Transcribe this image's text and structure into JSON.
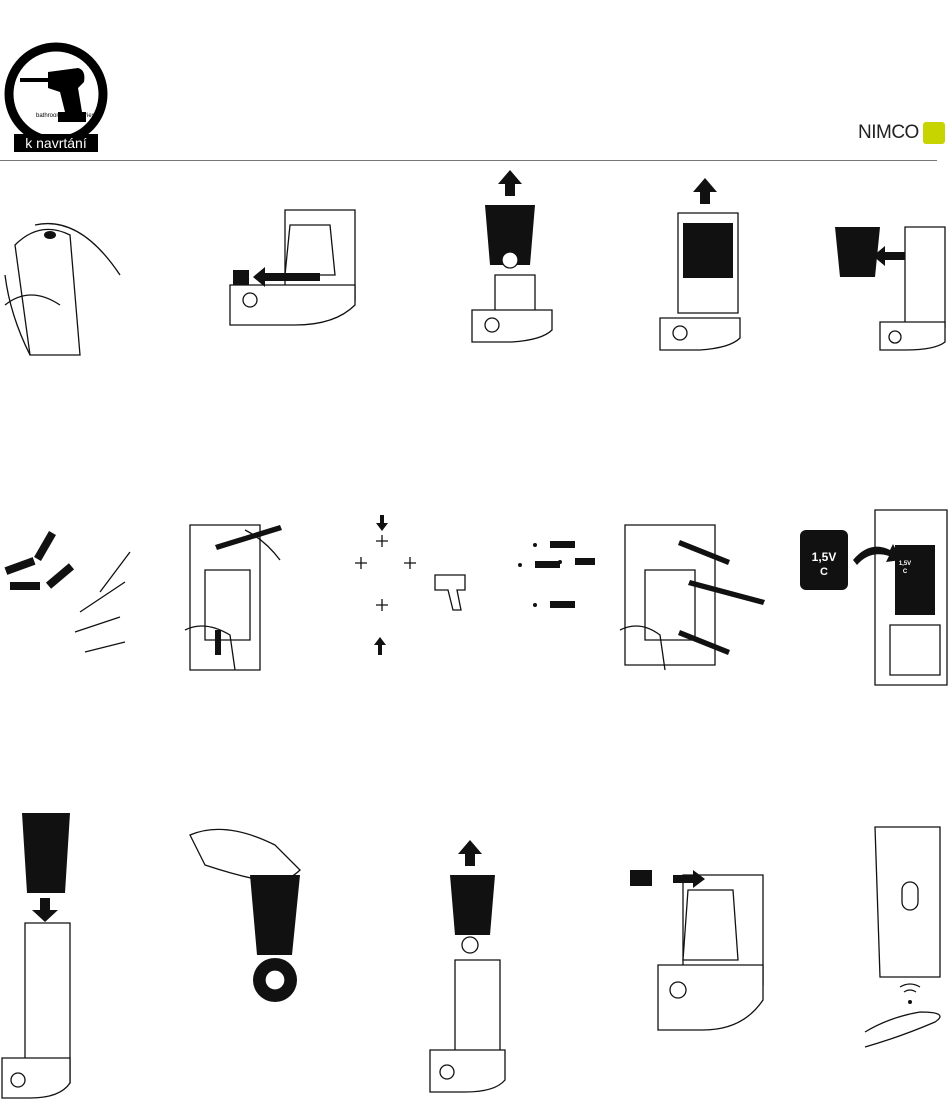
{
  "header": {
    "badge": {
      "label": "k navrtání",
      "sublabel": "bathroom accessories",
      "icon": "drill-icon"
    },
    "brand": {
      "name": "NIMCO",
      "color": "#c8d400"
    }
  },
  "steps": {
    "battery_label_large": "1,5V",
    "battery_type_large": "C",
    "battery_label_small": "1,5V",
    "battery_type_small": "C"
  }
}
